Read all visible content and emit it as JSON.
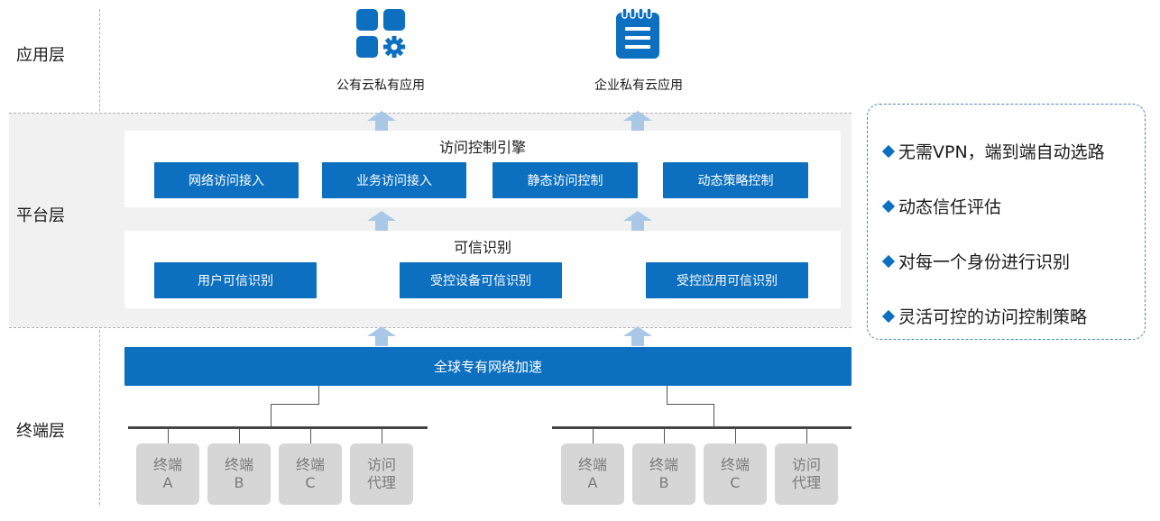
{
  "layers": {
    "application": "应用层",
    "platform": "平台层",
    "terminal": "终端层"
  },
  "apps": [
    {
      "label": "公有云私有应用",
      "icon": "apps-gear-icon"
    },
    {
      "label": "企业私有云应用",
      "icon": "notepad-icon"
    }
  ],
  "access_control_engine": {
    "title": "访问控制引擎",
    "items": [
      "网络访问接入",
      "业务访问接入",
      "静态访问控制",
      "动态策略控制"
    ]
  },
  "trusted_identification": {
    "title": "可信识别",
    "items": [
      "用户可信识别",
      "受控设备可信识别",
      "受控应用可信识别"
    ]
  },
  "global_network": "全球专有网络加速",
  "terminal_groups": [
    {
      "terminals": [
        [
          "终端",
          "A"
        ],
        [
          "终端",
          "B"
        ],
        [
          "终端",
          "C"
        ],
        [
          "访问",
          "代理"
        ]
      ]
    },
    {
      "terminals": [
        [
          "终端",
          "A"
        ],
        [
          "终端",
          "B"
        ],
        [
          "终端",
          "C"
        ],
        [
          "访问",
          "代理"
        ]
      ]
    }
  ],
  "features": [
    "无需VPN，端到端自动选路",
    "动态信任评估",
    "对每一个身份进行识别",
    "灵活可控的访问控制策略"
  ],
  "colors": {
    "primary_blue": "#0c6fc0",
    "band_gray": "#f1f1f1",
    "terminal_gray": "#d6d6d6",
    "arrow_blue": "#a9c8e8"
  }
}
